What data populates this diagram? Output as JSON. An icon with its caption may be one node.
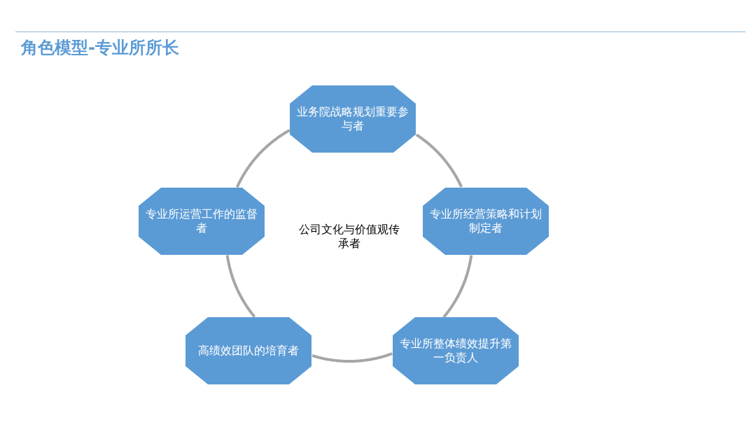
{
  "diagram": {
    "title": "角色模型-专业所所长",
    "nodes": [
      {
        "text": [
          "业务院战略规划重要参与者"
        ]
      },
      {
        "text": [
          "专业所运营工作的监督者"
        ]
      },
      {
        "text": [
          "公司文化与价值观传承者"
        ]
      },
      {
        "text": [
          "专业所经营策略和计划制定者"
        ]
      },
      {
        "text": [
          "高绩效团队的培育者"
        ]
      },
      {
        "text": [
          "专业所整体绩效提升第一负责人"
        ]
      }
    ],
    "edges": [
      {
        "from": 0,
        "to": 3,
        "arrow": "none"
      },
      {
        "from": 3,
        "to": 5,
        "arrow": "none"
      },
      {
        "from": 5,
        "to": 4,
        "arrow": "none"
      },
      {
        "from": 4,
        "to": 1,
        "arrow": "none"
      },
      {
        "from": 1,
        "to": 0,
        "arrow": "none"
      }
    ]
  }
}
